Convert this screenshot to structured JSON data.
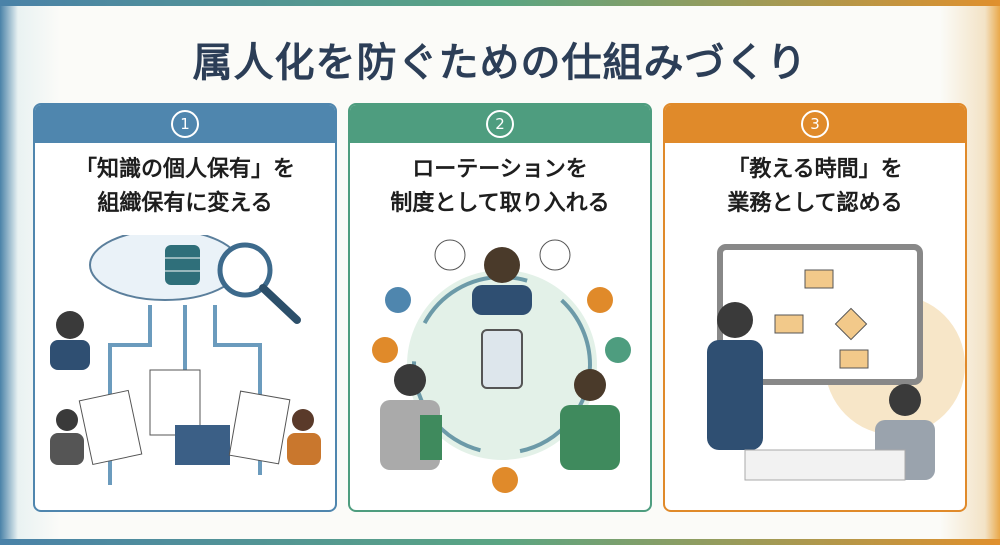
{
  "title": "属人化を防ぐための仕組みづくり",
  "colors": {
    "blue": "#4f86ae",
    "green": "#4e9d7f",
    "orange": "#e08a2a",
    "title": "#2c3e57"
  },
  "cards": [
    {
      "number": "1",
      "line1": "「知識の個人保有」を",
      "line2": "組織保有に変える"
    },
    {
      "number": "2",
      "line1": "ローテーションを",
      "line2": "制度として取り入れる"
    },
    {
      "number": "3",
      "line1": "「教える時間」を",
      "line2": "業務として認める"
    }
  ]
}
